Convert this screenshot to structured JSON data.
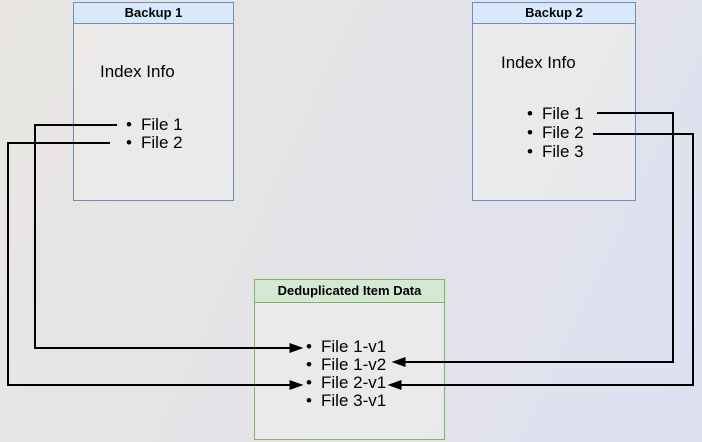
{
  "diagram": {
    "type": "backup-deduplication-diagram",
    "boxes": {
      "backup1": {
        "title": "Backup 1",
        "section_label": "Index Info",
        "items": [
          "File 1",
          "File 2"
        ]
      },
      "backup2": {
        "title": "Backup 2",
        "section_label": "Index Info",
        "items": [
          "File 1",
          "File 2",
          "File 3"
        ]
      },
      "dedup": {
        "title": "Deduplicated Item Data",
        "items": [
          "File 1-v1",
          "File 1-v2",
          "File 2-v1",
          "File 3-v1"
        ]
      }
    },
    "connectors": [
      {
        "from": "Backup 1 / File 1",
        "to": "Deduplicated Item Data / File 1-v1",
        "direction": "left-side, arrow points right"
      },
      {
        "from": "Backup 1 / File 2",
        "to": "Deduplicated Item Data / File 2-v1",
        "direction": "left-side, arrow points right"
      },
      {
        "from": "Backup 2 / File 1",
        "to": "Deduplicated Item Data / File 1-v2",
        "direction": "right-side, arrow points left"
      },
      {
        "from": "Backup 2 / File 2",
        "to": "Deduplicated Item Data / File 2-v1",
        "direction": "right-side, arrow points left"
      }
    ],
    "colors": {
      "backup_box_border": "#6c8ebf",
      "backup_header_fill": "#dae8fc",
      "dedup_box_border": "#82b366",
      "dedup_header_fill": "#d5e8d4",
      "connector": "#000000",
      "background_gradient_start": "#e9e6e2",
      "background_gradient_end": "#dee0f2"
    }
  }
}
